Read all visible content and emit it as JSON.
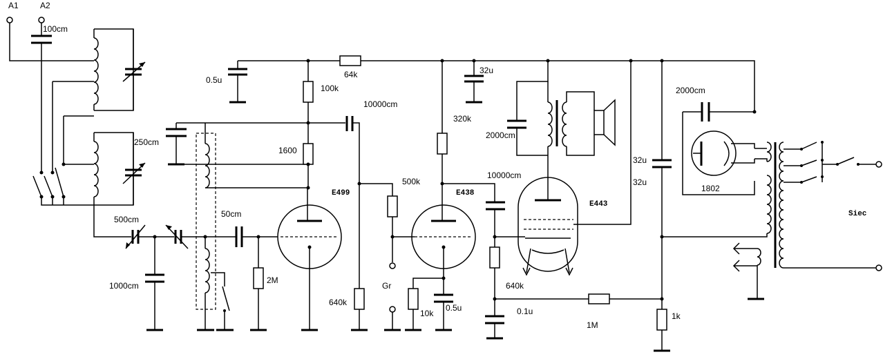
{
  "diagram": {
    "terminals": {
      "antenna_1": "A1",
      "antenna_2": "A2",
      "ground": "Gr",
      "mains": "Siec"
    },
    "tubes": {
      "detector": "E499",
      "driver": "E438",
      "output": "E443",
      "rectifier": "1802"
    },
    "capacitors": {
      "antenna": "100cm",
      "input_filter": "0.5u",
      "tuner_coupling": "250cm",
      "reaction_a": "500cm",
      "reaction_b": "1000cm",
      "grid": "50cm",
      "plate_coupling": "10000cm",
      "supply_filter": "32u",
      "speaker_shunt": "2000cm",
      "output_coupling": "10000cm",
      "cathode_bypass": "0.5u",
      "output_bypass": "0.1u",
      "supply_main": "32u",
      "rectifier_cap": "2000cm",
      "screen_filter": "32u"
    },
    "resistors": {
      "supply_series": "64k",
      "plate_load_1": "100k",
      "plate_load_2": "1600",
      "grid_leak": "2M",
      "volume_pot": "500k",
      "bias_leak": "640k",
      "plate_load_3": "320k",
      "cathode": "10k",
      "output_grid": "640k",
      "feedback": "1M",
      "bias": "1k"
    }
  }
}
